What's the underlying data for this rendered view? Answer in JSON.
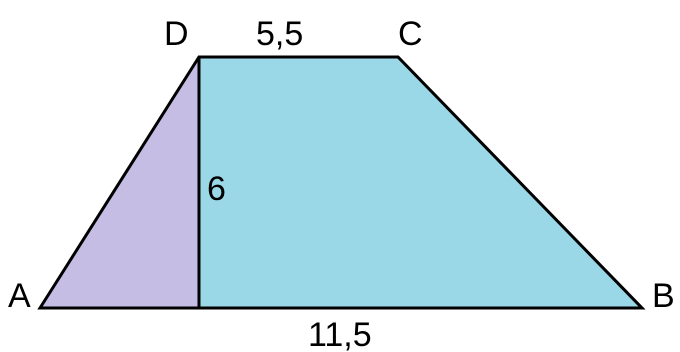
{
  "vertices": {
    "a": "A",
    "b": "B",
    "c": "C",
    "d": "D"
  },
  "measurements": {
    "top_base": "5,5",
    "height": "6",
    "bottom_base": "11,5"
  },
  "colors": {
    "left_triangle_fill": "#c5bde3",
    "rectangle_trapezoid_fill": "#9ad8e8",
    "stroke": "#000000",
    "background": "#ffffff"
  }
}
